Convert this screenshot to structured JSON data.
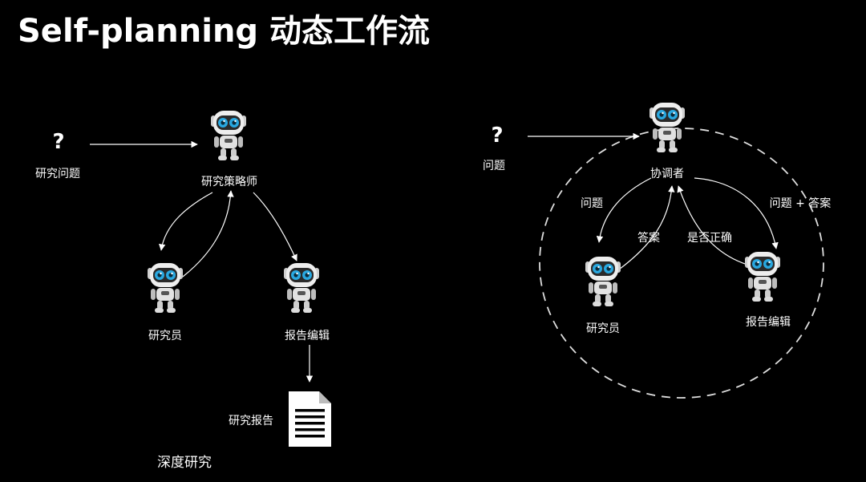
{
  "title": "Self-planning 动态工作流",
  "left": {
    "question_mark": "?",
    "question_label": "研究问题",
    "strategist_label": "研究策略师",
    "researcher_label": "研究员",
    "editor_label": "报告编辑",
    "report_label": "研究报告",
    "caption": "深度研究"
  },
  "right": {
    "question_mark": "?",
    "question_label": "问题",
    "coordinator_label": "协调者",
    "researcher_label": "研究员",
    "editor_label": "报告编辑",
    "edge_question": "问题",
    "edge_answer": "答案",
    "edge_correct": "是否正确",
    "edge_question_answer": "问题 + 答案"
  },
  "colors": {
    "background": "#000000",
    "foreground": "#ffffff",
    "robot_eye": "#29a8e0"
  },
  "icons": [
    "question-mark",
    "robot-icon",
    "document-icon"
  ]
}
